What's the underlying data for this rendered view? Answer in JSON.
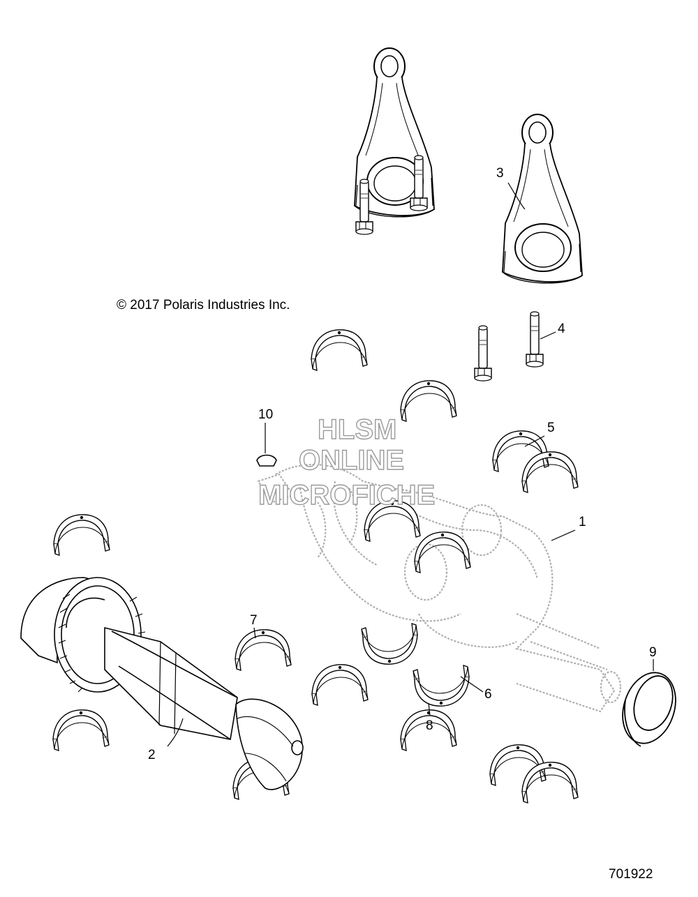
{
  "copyright": "© 2017 Polaris Industries Inc.",
  "document_number": "701922",
  "watermark": {
    "line1": "HLSM",
    "line2": "ONLINE",
    "line3": "MICROFICHE"
  },
  "callouts": [
    "1",
    "2",
    "3",
    "4",
    "5",
    "6",
    "7",
    "8",
    "9",
    "10"
  ],
  "colors": {
    "line": "#000000",
    "watermark_gray": "#9a9a9a",
    "crank_gray": "#b0b0b0"
  }
}
